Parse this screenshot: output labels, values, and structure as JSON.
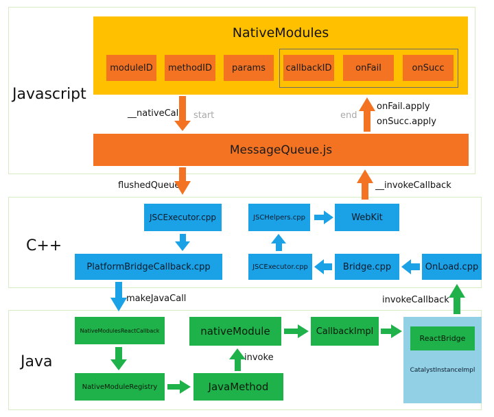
{
  "layers": {
    "javascript": "Javascript",
    "cpp": "C++",
    "java": "Java"
  },
  "js": {
    "native_modules_title": "NativeModules",
    "module_items": [
      "moduleID",
      "methodID",
      "params",
      "callbackID",
      "onFail",
      "onSucc"
    ],
    "message_queue": "MessageQueue.js",
    "native_call": "__nativeCall",
    "start": "start",
    "end": "end",
    "on_fail_apply": "onFail.apply",
    "on_succ_apply": "onSucc.apply"
  },
  "bridge_labels": {
    "flushed_queue": "flushedQueue",
    "invoke_callback_js": "__invokeCallback",
    "make_java_call": "makeJavaCall",
    "invoke_callback_java": "invokeCallback",
    "invoke": "invoke"
  },
  "cpp": {
    "jsc_executor_top": "JSCExecutor.cpp",
    "platform_bridge_callback": "PlatformBridgeCallback.cpp",
    "jsc_helpers": "JSCHelpers.cpp",
    "webkit": "WebKit",
    "jsc_executor_bottom": "JSCExecutor.cpp",
    "bridge": "Bridge.cpp",
    "onload": "OnLoad.cpp"
  },
  "java": {
    "native_modules_react_callback": "NativeModulesReactCallback",
    "native_module_registry": "NativeModuleRegistry",
    "native_module": "nativeModule",
    "java_method": "JavaMethod",
    "callback_impl": "CallbackImpl",
    "react_bridge": "ReactBridge",
    "catalyst_instance_impl": "CatalystInstanceImpl"
  },
  "colors": {
    "orange": "#f37322",
    "yellow": "#ffc000",
    "blue": "#1aa1e6",
    "green": "#1fb14a",
    "light_blue": "#92d0e6",
    "layer_border": "#d6ecc2"
  }
}
